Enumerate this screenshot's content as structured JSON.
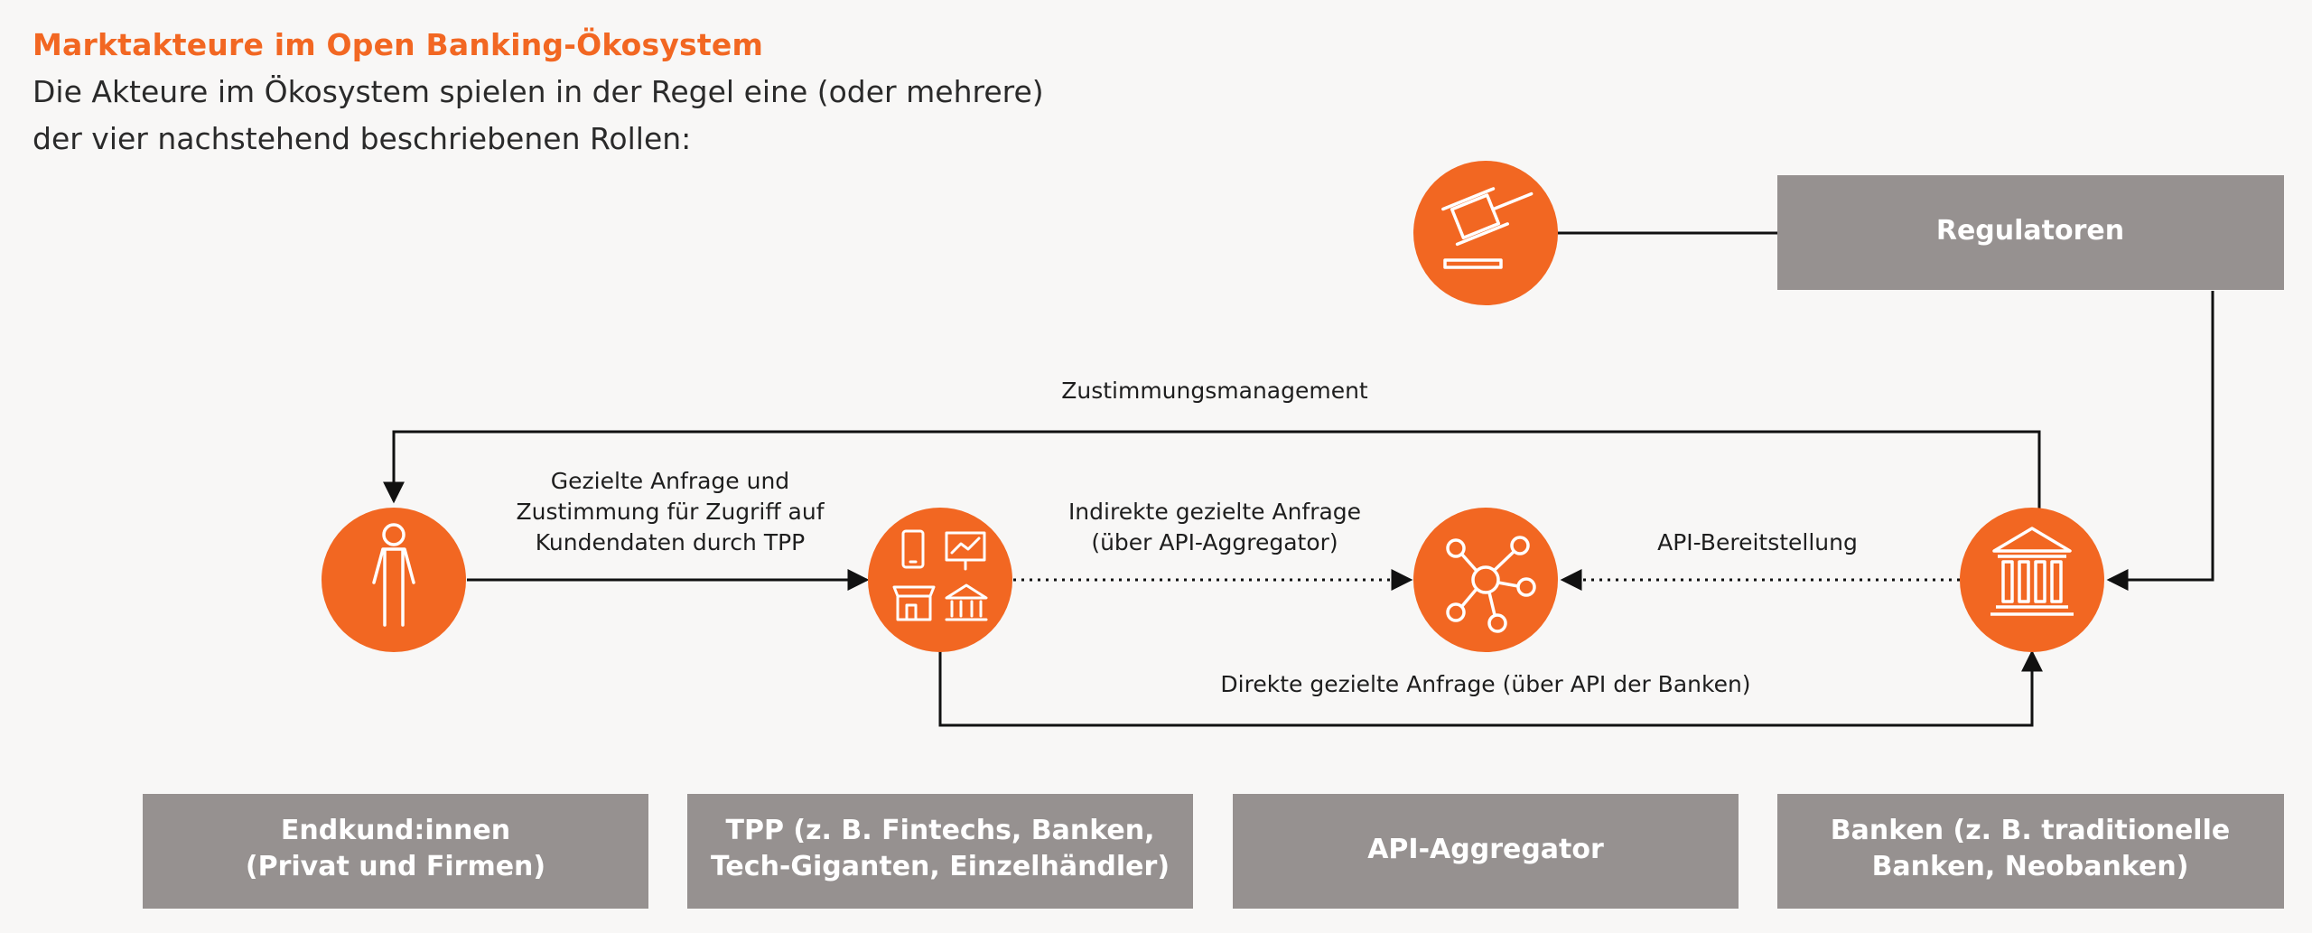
{
  "header": {
    "title": "Marktakteure im Open Banking-Ökosystem",
    "subtitle_line1": "Die Akteure im Ökosystem spielen in der Regel eine (oder mehrere)",
    "subtitle_line2": "der vier nachstehend beschriebenen Rollen:"
  },
  "colors": {
    "accent": "#f26722",
    "box": "#969190",
    "line": "#111111"
  },
  "icons": {
    "regulator": "gavel-icon",
    "customer": "person-icon",
    "tpp": "tpp-cluster-icon",
    "aggregator": "network-hub-icon",
    "bank": "bank-building-icon"
  },
  "boxes": {
    "regulators": "Regulatoren",
    "customers_line1": "Endkund:innen",
    "customers_line2": "(Privat und Firmen)",
    "tpp_line1": "TPP (z. B. Fintechs, Banken,",
    "tpp_line2": "Tech-Giganten, Einzelhändler)",
    "aggregator": "API-Aggregator",
    "banks_line1": "Banken (z. B. traditionelle",
    "banks_line2": "Banken, Neobanken)"
  },
  "flows": {
    "consent": "Zustimmungsmanagement",
    "request_line1": "Gezielte Anfrage und",
    "request_line2": "Zustimmung für Zugriff auf",
    "request_line3": "Kundendaten durch TPP",
    "indirect_line1": "Indirekte gezielte Anfrage",
    "indirect_line2": "(über API-Aggregator)",
    "api_provision": "API-Bereitstellung",
    "direct": "Direkte gezielte Anfrage (über API der Banken)"
  }
}
